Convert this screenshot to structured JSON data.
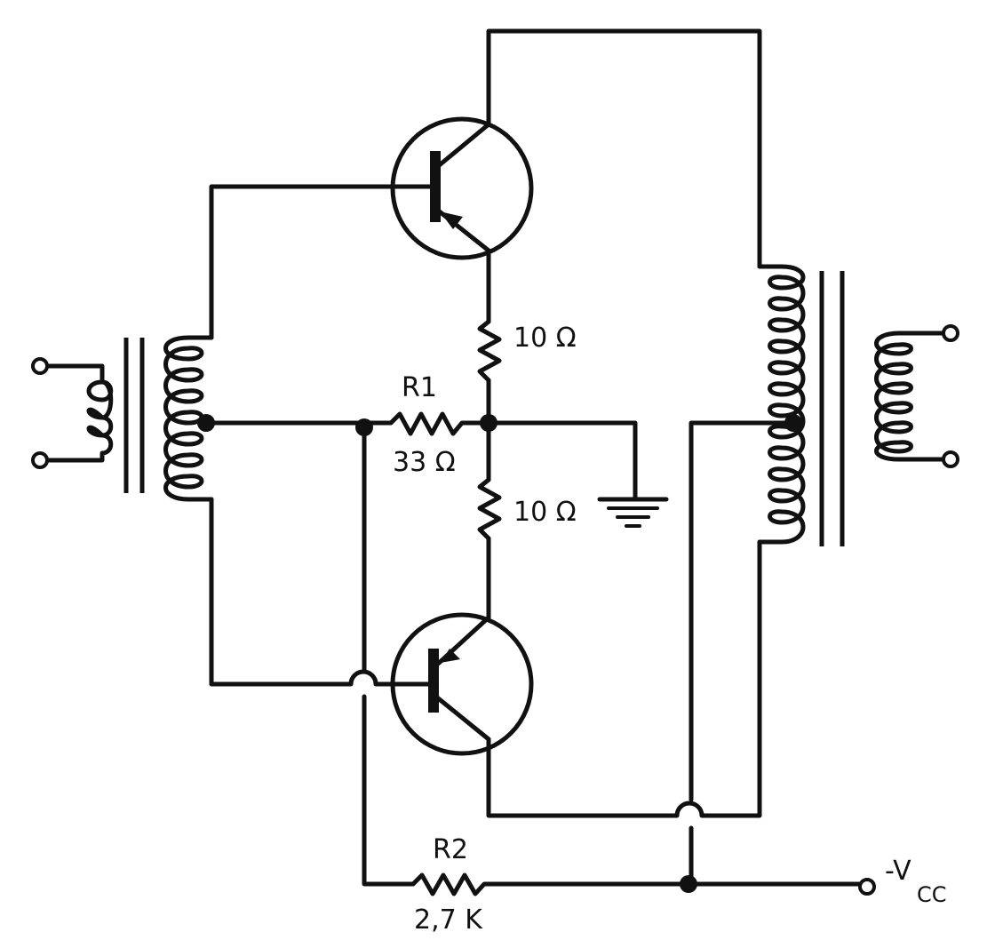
{
  "labels": {
    "r_top_value": "10 Ω",
    "r_bottom_value": "10 Ω",
    "r1_name": "R1",
    "r1_value": "33 Ω",
    "r2_name": "R2",
    "r2_value": "2,7 K",
    "vcc_prefix": "-V",
    "vcc_sub": "CC"
  },
  "colors": {
    "ink": "#111111",
    "paper": "#ffffff"
  },
  "icons": {
    "ground": "ground-icon",
    "transistor": "pnp-transistor-icon",
    "transformer": "transformer-icon"
  }
}
